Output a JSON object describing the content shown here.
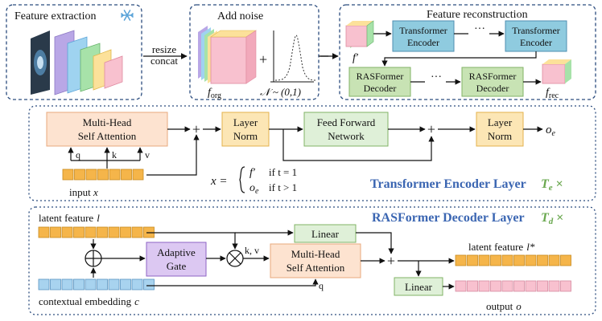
{
  "top": {
    "extraction_title": "Feature extraction",
    "snowflake_icon": "snowflake-icon",
    "resize_label": "resize",
    "concat_label": "concat",
    "noise_title": "Add noise",
    "f_org": "f",
    "f_org_sub": "org",
    "plus": "+",
    "normal_dist": "𝒩 ~ (0,1)",
    "reconstruction_title": "Feature reconstruction",
    "f_prime": "f′",
    "enc1": [
      "Transformer",
      "Encoder"
    ],
    "enc2": [
      "Transformer",
      "Encoder"
    ],
    "dec1": [
      "RASFormer",
      "Decoder"
    ],
    "dec2": [
      "RASFormer",
      "Decoder"
    ],
    "dots": "···",
    "f_rec": "f",
    "f_rec_sub": "rec"
  },
  "encoder": {
    "mha": [
      "Multi-Head",
      "Self Attention"
    ],
    "q": "q",
    "k": "k",
    "v": "v",
    "input_label": "input x",
    "plus": "+",
    "ln1": [
      "Layer",
      "Norm"
    ],
    "ffn": [
      "Feed Forward",
      "Network"
    ],
    "ln2": [
      "Layer",
      "Norm"
    ],
    "out": "o",
    "out_sub": "e",
    "cases_lhs": "x =",
    "case1_val": "f′",
    "case1_cond": "if   t = 1",
    "case2_val": "o",
    "case2_sub": "e",
    "case2_cond": "if   t > 1",
    "layer_title": "Transformer Encoder Layer",
    "repeat": "T",
    "repeat_sub": "e",
    "times": "×"
  },
  "decoder": {
    "layer_title": "RASFormer Decoder Layer",
    "repeat": "T",
    "repeat_sub": "d",
    "times": "×",
    "latent_label": "latent feature",
    "latent_var": "l",
    "oplus": "⊕",
    "context_label": "contextual embedding",
    "context_var": "c",
    "gate": [
      "Adaptive",
      "Gate"
    ],
    "otimes": "⊗",
    "kv": "k, v",
    "q": "q",
    "mha": [
      "Multi-Head",
      "Self Attention"
    ],
    "linear1": "Linear",
    "plus": "+",
    "latent_out_label": "latent feature",
    "latent_out_var": "l*",
    "linear2": "Linear",
    "output_label": "output",
    "output_var": "o"
  },
  "colors": {
    "orange_fill": "#fde3d0",
    "orange_stroke": "#e8a87c",
    "yellow_fill": "#fce6b5",
    "yellow_stroke": "#e3b24c",
    "green_fill": "#dff0d8",
    "green_stroke": "#82b366",
    "blue_fill": "#8fcbdf",
    "blue_stroke": "#4f8fb0",
    "purple_fill": "#dcc8f2",
    "purple_stroke": "#8e63c4",
    "dec_fill": "#c8e3b4",
    "cell_orange": "#f5b54a",
    "cell_blue": "#a8d3ef",
    "cell_pink": "#f8c1cf",
    "panel_dash": "#2b4c7e"
  }
}
